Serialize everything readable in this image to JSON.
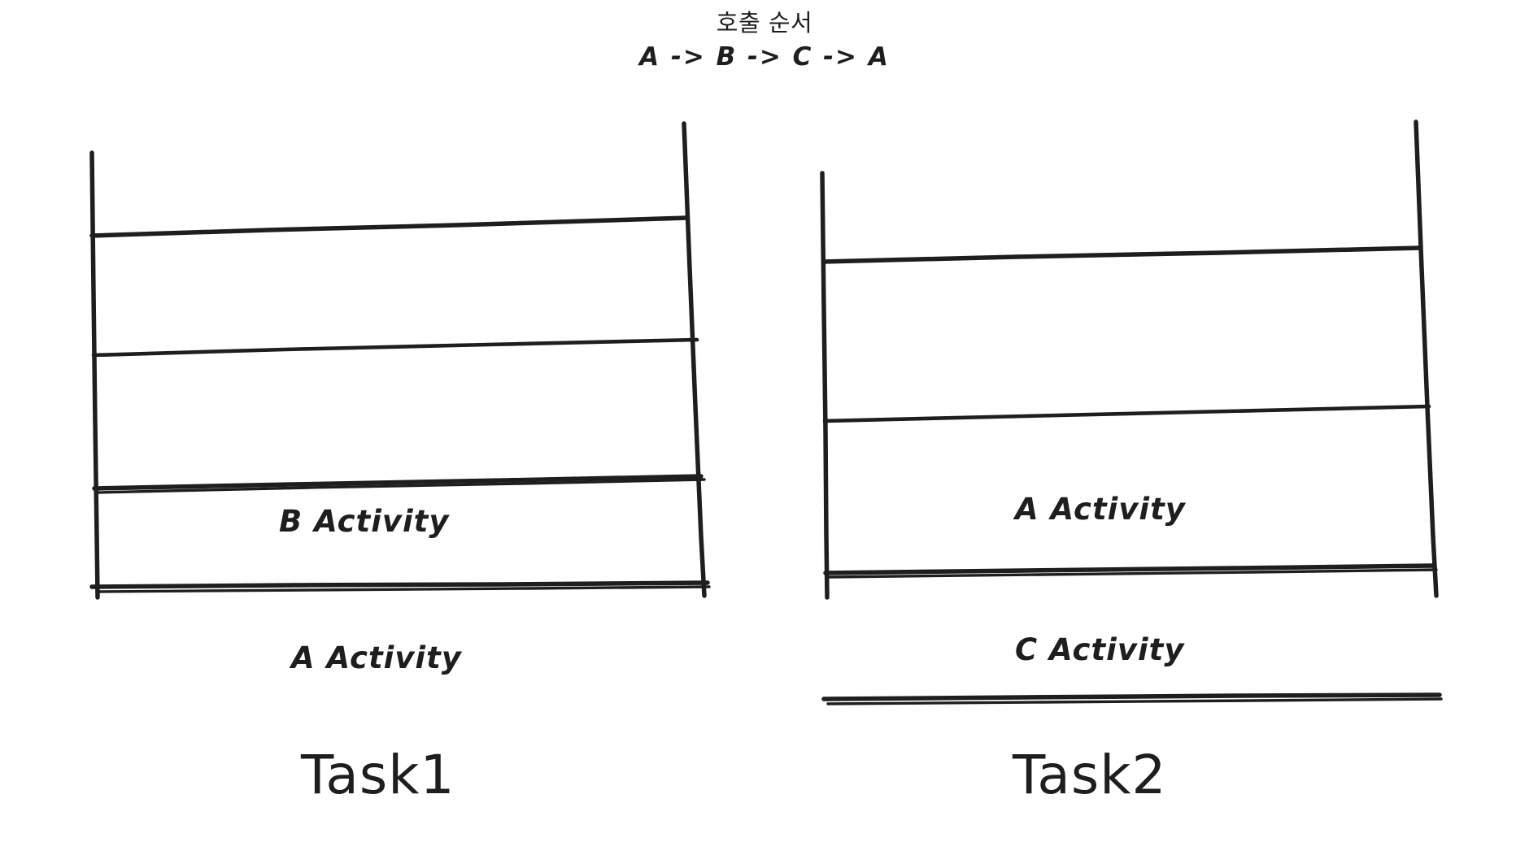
{
  "heading": {
    "title": "호출 순서",
    "sequence": "A -> B -> C -> A"
  },
  "colors": {
    "stroke": "#1e1e1e",
    "background": "#ffffff",
    "text": "#1e1e1e"
  },
  "stacks": [
    {
      "id": "task1",
      "caption": "Task1",
      "cells": [
        {
          "id": "task1-cell-top",
          "label": ""
        },
        {
          "id": "task1-cell-middle",
          "label": ""
        },
        {
          "id": "task1-cell-b",
          "label": "B Activity"
        },
        {
          "id": "task1-cell-a",
          "label": "A Activity"
        }
      ]
    },
    {
      "id": "task2",
      "caption": "Task2",
      "cells": [
        {
          "id": "task2-cell-top",
          "label": ""
        },
        {
          "id": "task2-cell-middle",
          "label": ""
        },
        {
          "id": "task2-cell-a",
          "label": "A Activity"
        },
        {
          "id": "task2-cell-c",
          "label": "C Activity"
        }
      ]
    }
  ],
  "labels": {
    "task1_b": "B Activity",
    "task1_a": "A Activity",
    "task2_a": "A Activity",
    "task2_c": "C Activity",
    "task1_caption": "Task1",
    "task2_caption": "Task2"
  }
}
